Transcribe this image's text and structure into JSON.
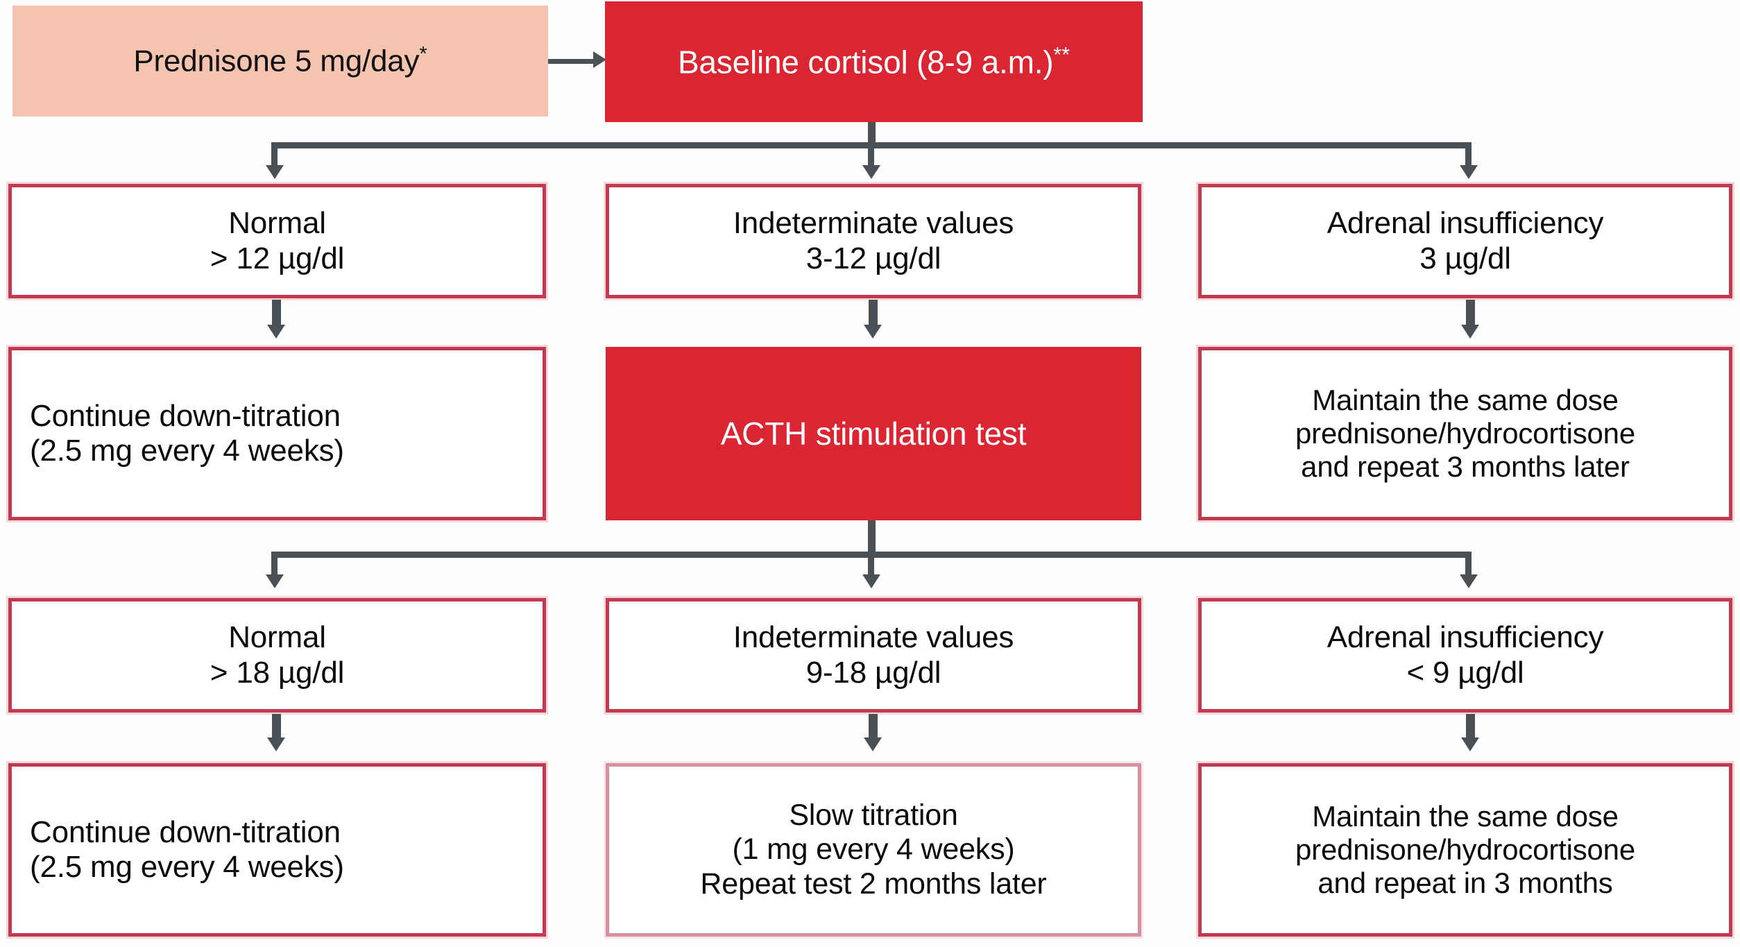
{
  "diagram": {
    "type": "flowchart",
    "title": "Glucocorticoid withdrawal / adrenal insufficiency assessment algorithm",
    "colors": {
      "accent_red": "#d92632",
      "box_border_red": "#c33a50",
      "box_border_soft": "#d8909e",
      "pink_fill": "#f4c4b0",
      "connector_gray": "#4a5156",
      "text_dark": "#0a0a0a",
      "text_light": "#ffffff"
    }
  },
  "nodes": {
    "prednisone": {
      "label": "Prednisone 5 mg/day",
      "footnote_marker": "*",
      "style": "filled-pink"
    },
    "baseline_cortisol": {
      "label": "Baseline cortisol (8-9 a.m.)",
      "footnote_marker": "**",
      "style": "filled-red"
    },
    "baseline_normal": {
      "line1": "Normal",
      "line2": "> 12 µg/dl",
      "style": "outline"
    },
    "baseline_indeterminate": {
      "line1": "Indeterminate values",
      "line2": "3-12 µg/dl",
      "style": "outline"
    },
    "baseline_insufficiency": {
      "line1": "Adrenal insufficiency",
      "line2": "3 µg/dl",
      "style": "outline"
    },
    "baseline_normal_action": {
      "line1": "Continue down-titration",
      "line2": "(2.5 mg every 4 weeks)",
      "style": "outline"
    },
    "acth_test": {
      "label": "ACTH stimulation test",
      "style": "filled-red"
    },
    "baseline_insufficiency_action": {
      "line1": "Maintain the same dose",
      "line2": "prednisone/hydrocortisone",
      "line3": "and repeat 3 months later",
      "style": "outline"
    },
    "acth_normal": {
      "line1": "Normal",
      "line2": "> 18 µg/dl",
      "style": "outline"
    },
    "acth_indeterminate": {
      "line1": "Indeterminate values",
      "line2": "9-18 µg/dl",
      "style": "outline"
    },
    "acth_insufficiency": {
      "line1": "Adrenal insufficiency",
      "line2": "< 9 µg/dl",
      "style": "outline"
    },
    "acth_normal_action": {
      "line1": "Continue down-titration",
      "line2": "(2.5 mg every 4 weeks)",
      "style": "outline"
    },
    "acth_indeterminate_action": {
      "line1": "Slow titration",
      "line2": "(1 mg every 4 weeks)",
      "line3": "Repeat test 2 months later",
      "style": "outline-soft"
    },
    "acth_insufficiency_action": {
      "line1": "Maintain the same dose",
      "line2": "prednisone/hydrocortisone",
      "line3": "and repeat in 3 months",
      "style": "outline"
    }
  },
  "connectors": [
    {
      "name": "prednisone-to-baseline",
      "kind": "arrow-right"
    },
    {
      "name": "baseline-branch-bar",
      "kind": "horizontal-split"
    },
    {
      "name": "baseline-normal-drop",
      "kind": "arrow-down"
    },
    {
      "name": "baseline-indeterminate-drop",
      "kind": "arrow-down"
    },
    {
      "name": "baseline-insufficiency-drop",
      "kind": "arrow-down"
    },
    {
      "name": "normal-to-action",
      "kind": "arrow-down"
    },
    {
      "name": "indeterminate-to-acth",
      "kind": "arrow-down"
    },
    {
      "name": "insufficiency-to-action",
      "kind": "arrow-down"
    },
    {
      "name": "acth-branch-bar",
      "kind": "horizontal-split"
    },
    {
      "name": "acth-normal-drop",
      "kind": "arrow-down"
    },
    {
      "name": "acth-indeterminate-drop",
      "kind": "arrow-down"
    },
    {
      "name": "acth-insufficiency-drop",
      "kind": "arrow-down"
    },
    {
      "name": "acth-normal-to-action",
      "kind": "arrow-down"
    },
    {
      "name": "acth-indeterminate-to-action",
      "kind": "arrow-down"
    },
    {
      "name": "acth-insufficiency-to-action",
      "kind": "arrow-down"
    }
  ]
}
